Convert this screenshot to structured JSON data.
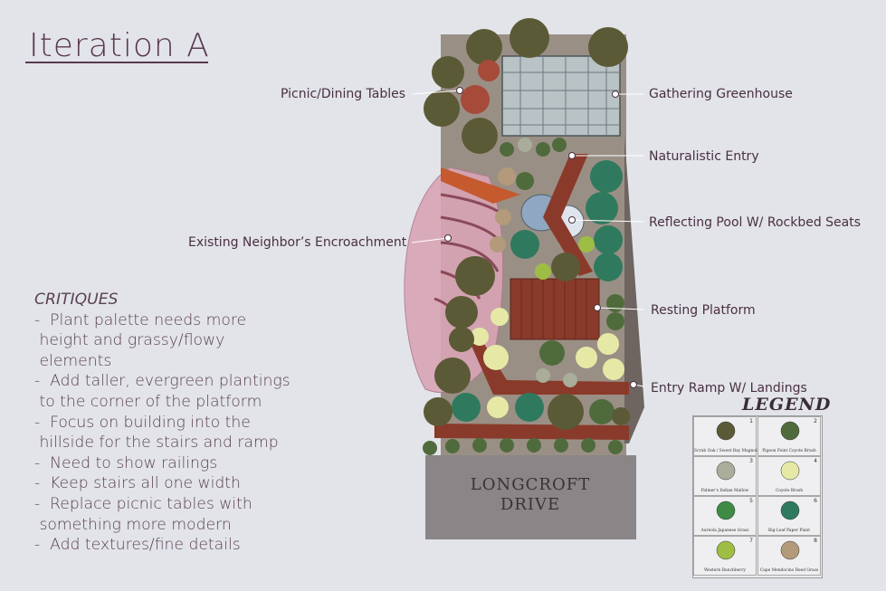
{
  "title": "Iteration A",
  "critiques": {
    "heading": "CRITIQUES",
    "items": [
      "-  Plant palette needs more",
      " height and grassy/flowy",
      " elements",
      "-  Add taller, evergreen plantings",
      " to the corner of the platform",
      "-  Focus on building into the",
      " hillside for the stairs and ramp",
      "-  Need to show railings",
      "-  Keep stairs all one width",
      "-  Replace picnic tables with",
      " something more modern",
      "-  Add textures/fine details"
    ]
  },
  "labels": {
    "picnic": "Picnic/Dining Tables",
    "greenhouse": "Gathering Greenhouse",
    "entry": "Naturalistic Entry",
    "pool": "Reflecting Pool W/  Rockbed Seats",
    "neighbor": "Existing Neighbor’s Encroachment",
    "platform": "Resting Platform",
    "ramp": "Entry Ramp W/ Landings"
  },
  "street": {
    "line1": "LONGCROFT",
    "line2": "DRIVE"
  },
  "legend": {
    "title": "LEGEND",
    "items": [
      {
        "num": "1",
        "name": "Scrub Oak / Sweet Bay Magnolia",
        "color": "#5b5a36"
      },
      {
        "num": "2",
        "name": "Pigeon Point Coyote Brush",
        "color": "#4f6b3c"
      },
      {
        "num": "3",
        "name": "Palmer’s Indian Mallow",
        "color": "#a9ad9a"
      },
      {
        "num": "4",
        "name": "Coyote Brush",
        "color": "#e6e9a6"
      },
      {
        "num": "5",
        "name": "Aureola Japanese Grass",
        "color": "#3f8a45"
      },
      {
        "num": "6",
        "name": "Big-Leaf Paper Plant",
        "color": "#2f7a5e"
      },
      {
        "num": "7",
        "name": "Western Bunchberry",
        "color": "#9ebd45"
      },
      {
        "num": "8",
        "name": "Cape Mendocino Reed Grass",
        "color": "#b39a7a"
      }
    ]
  },
  "colors": {
    "background": "#e2e4e9",
    "text": "#4a3040",
    "deck": "#8a3a2a",
    "pool": "#8fa7c0",
    "neighbor": "#d9a5b5"
  }
}
